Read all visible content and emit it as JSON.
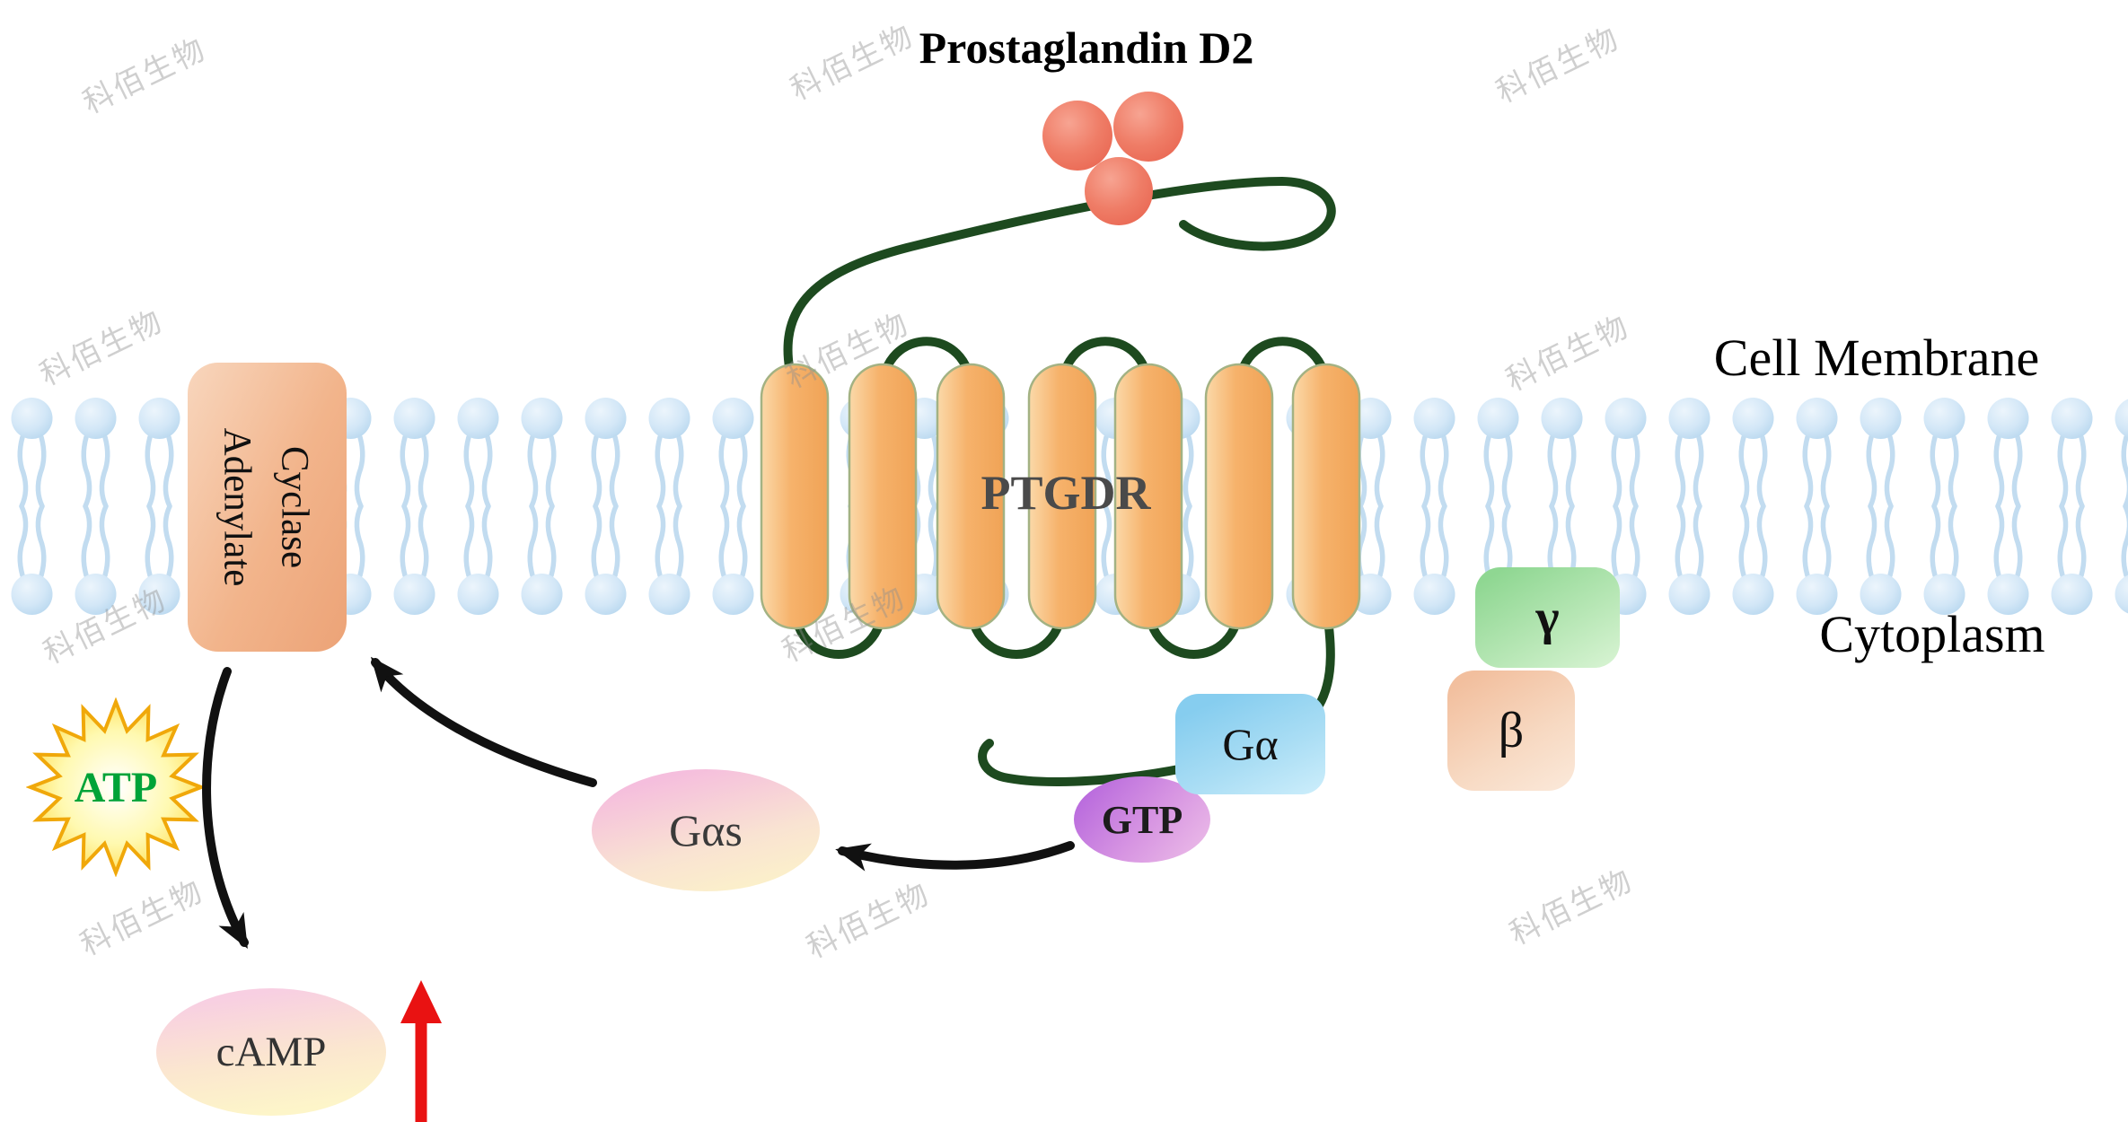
{
  "title": "Prostaglandin D2",
  "labels": {
    "cell_membrane": "Cell Membrane",
    "cytoplasm": "Cytoplasm",
    "receptor": "PTGDR",
    "adenylate_line1": "Adenylate",
    "adenylate_line2": "Cyclase",
    "atp": "ATP",
    "camp": "cAMP",
    "gas": "Gαs",
    "gtp": "GTP",
    "g_alpha": "Gα",
    "beta": "β",
    "gamma": "γ"
  },
  "watermark": {
    "text": "科佰生物"
  },
  "colors": {
    "helix_fill": "#f6b26b",
    "helix_stroke": "#a3b283",
    "loop_green": "#1d4a1f",
    "lipid_head": "#cfe4f6",
    "ligand_red": "#ee7261",
    "atp_text_green": "#00a338",
    "star_yellow": "#ffd83d",
    "arrow_black": "#111111",
    "arrow_red": "#e91212",
    "g_alpha_blue": "#86cdef",
    "beta_peach": "#f2bf9e",
    "gamma_green": "#8fd792",
    "gtp_purple": "#b869dd"
  }
}
